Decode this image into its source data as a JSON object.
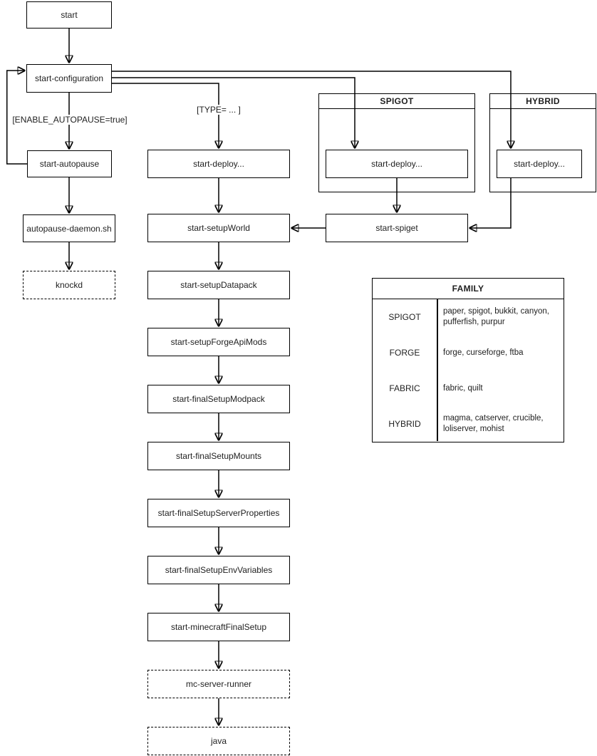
{
  "diagram": {
    "background": "#ffffff",
    "stroke_color": "#000000",
    "text_color": "#1f1f1f"
  },
  "nodes": {
    "start": "start",
    "start_configuration": "start-configuration",
    "start_autopause": "start-autopause",
    "autopause_daemon": "autopause-daemon.sh",
    "knockd": "knockd",
    "start_deploy": "start-deploy...",
    "start_setup_world": "start-setupWorld",
    "start_setup_datapack": "start-setupDatapack",
    "start_setup_forge_api_mods": "start-setupForgeApiMods",
    "start_final_setup_modpack": "start-finalSetupModpack",
    "start_final_setup_mounts": "start-finalSetupMounts",
    "start_final_setup_server_properties": "start-finalSetupServerProperties",
    "start_final_setup_env_variables": "start-finalSetupEnvVariables",
    "start_minecraft_final_setup": "start-minecraftFinalSetup",
    "mc_server_runner": "mc-server-runner",
    "java": "java",
    "spigot_start_deploy": "start-deploy...",
    "hybrid_start_deploy": "start-deploy...",
    "start_spiget": "start-spiget"
  },
  "groups": {
    "spigot": "SPIGOT",
    "hybrid": "HYBRID"
  },
  "edge_labels": {
    "enable_autopause": "[ENABLE_AUTOPAUSE=true]",
    "type": "[TYPE= ... ]"
  },
  "family_table": {
    "title": "FAMILY",
    "rows": [
      {
        "family": "SPIGOT",
        "servers": "paper, spigot, bukkit, canyon, pufferfish, purpur"
      },
      {
        "family": "FORGE",
        "servers": "forge, curseforge, ftba"
      },
      {
        "family": "FABRIC",
        "servers": "fabric, quilt"
      },
      {
        "family": "HYBRID",
        "servers": "magma, catserver, crucible, loliserver, mohist"
      }
    ]
  }
}
